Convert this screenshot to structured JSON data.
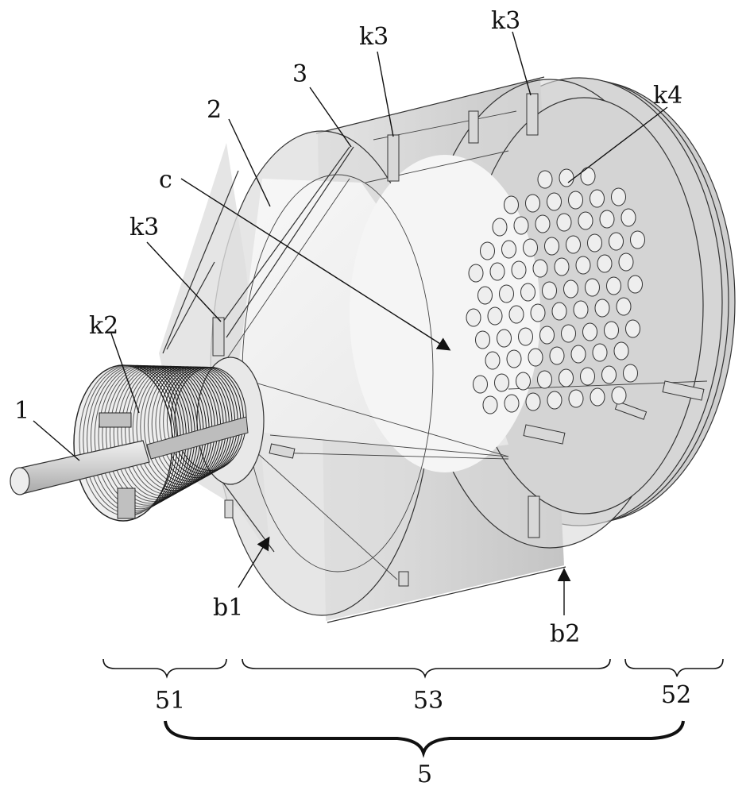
{
  "figure": {
    "labels": {
      "shaft": "1",
      "cone": "2",
      "rod": "3",
      "cone_c": "c",
      "coil_k2": "k2",
      "slot_k3_left": "k3",
      "slot_k3_mid": "k3",
      "slot_k3_right": "k3",
      "holes_k4": "k4",
      "edge_b1": "b1",
      "edge_b2": "b2",
      "section_51": "51",
      "section_53": "53",
      "section_52": "52",
      "assembly_5": "5"
    },
    "colors": {
      "housing": "#d6d6d6",
      "cone": "#f2f2f2",
      "stroke": "#333333",
      "shaft": "#c8c8c8"
    }
  }
}
